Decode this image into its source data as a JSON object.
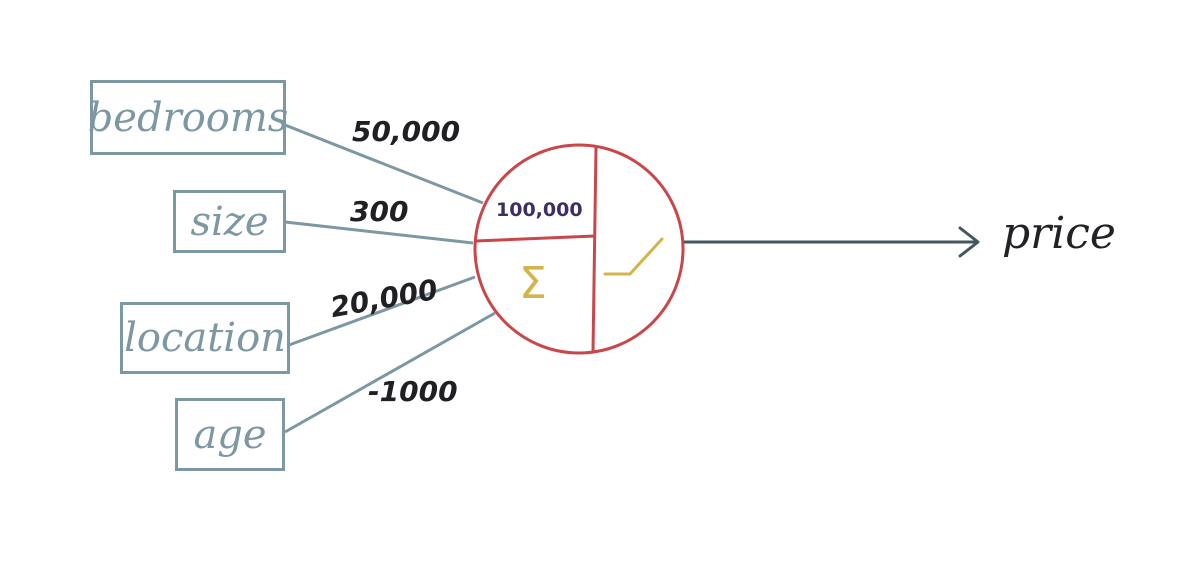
{
  "diagram": {
    "type": "neuron",
    "inputs": [
      {
        "label": "bedrooms",
        "weight": "50,000"
      },
      {
        "label": "size",
        "weight": "300"
      },
      {
        "label": "location",
        "weight": "20,000"
      },
      {
        "label": "age",
        "weight": "-1000"
      }
    ],
    "neuron": {
      "bias": "100,000",
      "sum_symbol": "Σ",
      "activation": "relu-icon"
    },
    "output": {
      "label": "price"
    },
    "colors": {
      "input_box": "#7d97a3",
      "neuron_circle": "#c9474a",
      "bias_text": "#3d2f66",
      "sum_activation": "#d4b34a",
      "output_arrow": "#44575b",
      "text": "#1f1f24"
    }
  }
}
